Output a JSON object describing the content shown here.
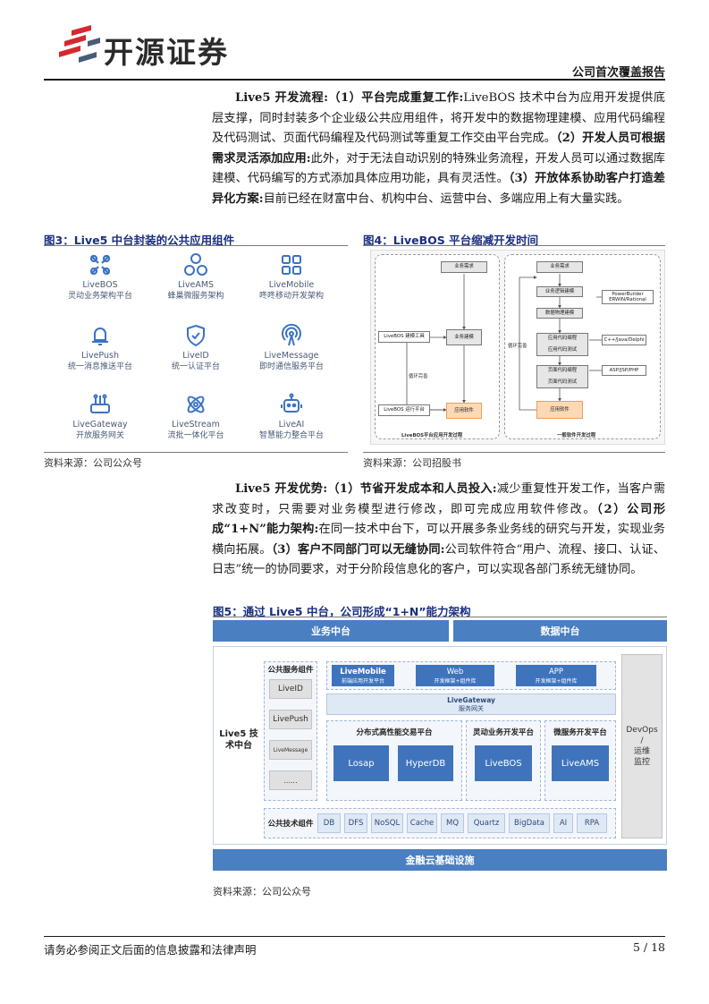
{
  "header": {
    "logo_text": "开源证券",
    "report_type": "公司首次覆盖报告"
  },
  "para1": {
    "lead": "Live5 开发流程:",
    "p1_label": "（1）平台完成重复工作:",
    "p1_text": "LiveBOS 技术中台为应用开发提供底层支撑，同时封装多个企业级公共应用组件，将开发中的数据物理建模、应用代码编程及代码测试、页面代码编程及代码测试等重复工作交由平台完成。",
    "p2_label": "（2）开发人员可根据需求灵活添加应用:",
    "p2_text": "此外，对于无法自动识别的特殊业务流程，开发人员可以通过数据库建模、代码编写的方式添加具体应用功能，具有灵活性。",
    "p3_label": "（3）开放体系协助客户打造差异化方案:",
    "p3_text": "目前已经在财富中台、机构中台、运营中台、多端应用上有大量实践。"
  },
  "fig3": {
    "title": "图3：Live5 中台封装的公共应用组件",
    "source": "资料来源：公司公众号",
    "items": [
      {
        "name": "LiveBOS",
        "desc": "灵动业务架构平台",
        "icon": "bow-icon"
      },
      {
        "name": "LiveAMS",
        "desc": "蜂巢微服务架构",
        "icon": "hive-icon"
      },
      {
        "name": "LiveMobile",
        "desc": "咚咚移动开发架构",
        "icon": "grid-icon"
      },
      {
        "name": "LivePush",
        "desc": "统一消息推送平台",
        "icon": "bell-icon"
      },
      {
        "name": "LiveID",
        "desc": "统一认证平台",
        "icon": "shield-check-icon"
      },
      {
        "name": "LiveMessage",
        "desc": "即时通信服务平台",
        "icon": "broadcast-icon"
      },
      {
        "name": "LiveGateway",
        "desc": "开放服务网关",
        "icon": "gateway-icon"
      },
      {
        "name": "LiveStream",
        "desc": "流批一体化平台",
        "icon": "atom-icon"
      },
      {
        "name": "LiveAI",
        "desc": "智慧能力整合平台",
        "icon": "robot-icon"
      }
    ]
  },
  "fig4": {
    "title": "图4：LiveBOS 平台缩减开发时间",
    "source": "资料来源：公司招股书",
    "left": {
      "caption": "LiveBOS平台应用开发过程",
      "biz_req": "业务需求",
      "biz_model": "业务建模",
      "tool": "LiveBOS 建模工具",
      "loop": "循环完善",
      "app": "应用软件",
      "runtime": "LiveBOS 运行平台"
    },
    "right": {
      "caption": "一般软件开发过程",
      "biz_req": "业务需求",
      "biz_model": "业务逻辑建模",
      "data_model": "数据物理建模",
      "app_code": "应用代码编程",
      "app_test": "应用代码测试",
      "page_code": "页面代码编程",
      "page_test": "页面代码测试",
      "app": "应用软件",
      "loop": "循环完善",
      "tool1": "PowerBuilder ERWIN/Rational",
      "tool2": "C++/Java/Delphi",
      "tool3": "ASP/JSP/PHP"
    }
  },
  "para2": {
    "lead": "Live5 开发优势:",
    "p1_label": "（1）节省开发成本和人员投入:",
    "p1_text": "减少重复性开发工作，当客户需求改变时，只需要对业务模型进行修改，即可完成应用软件修改。",
    "p2_label": "（2）公司形成“1+N”能力架构:",
    "p2_text": "在同一技术中台下，可以开展多条业务线的研究与开发，实现业务横向拓展。",
    "p3_label": "（3）客户不同部门可以无缝协同:",
    "p3_text": "公司软件符合“用户、流程、接口、认证、日志”统一的协同要求，对于分阶段信息化的客户，可以实现各部门系统无缝协同。"
  },
  "fig5": {
    "title": "图5：通过 Live5 中台，公司形成“1+N”能力架构",
    "source": "资料来源：公司公众号",
    "biz_center": "业务中台",
    "data_center": "数据中台",
    "live5_label": "Live5 技术中台",
    "public_service": "公共服务组件",
    "services": [
      "LiveID",
      "LivePush",
      "LiveMessage",
      "......"
    ],
    "livemobile": "LiveMobile",
    "livemobile_sub": "前端应用开发平台",
    "web": "Web",
    "web_sub": "开发框架+组件库",
    "app": "APP",
    "app_sub": "开发框架+组件库",
    "gateway": "LiveGateway",
    "gateway_sub": "服务网关",
    "dist_title": "分布式高性能交易平台",
    "dist_items": [
      "Losap",
      "HyperDB"
    ],
    "bos_title": "灵动业务开发平台",
    "bos_item": "LiveBOS",
    "micro_title": "微服务开发平台",
    "micro_item": "LiveAMS",
    "public_tech": "公共技术组件",
    "tech_items": [
      "DB",
      "DFS",
      "NoSQL",
      "Cache",
      "MQ",
      "Quartz",
      "BigData",
      "AI",
      "RPA"
    ],
    "devops": "DevOps / 运维 监控",
    "devops_l1": "DevOps",
    "devops_l2": "/",
    "devops_l3": "运维",
    "devops_l4": "监控",
    "fin_cloud": "金融云基础设施"
  },
  "footer": {
    "disclaimer": "请务必参阅正文后面的信息披露和法律声明",
    "page": "5 / 18"
  },
  "colors": {
    "brand_red": "#d7282f",
    "title_blue": "#1a2f80",
    "arch_blue": "#4a7fc1"
  }
}
